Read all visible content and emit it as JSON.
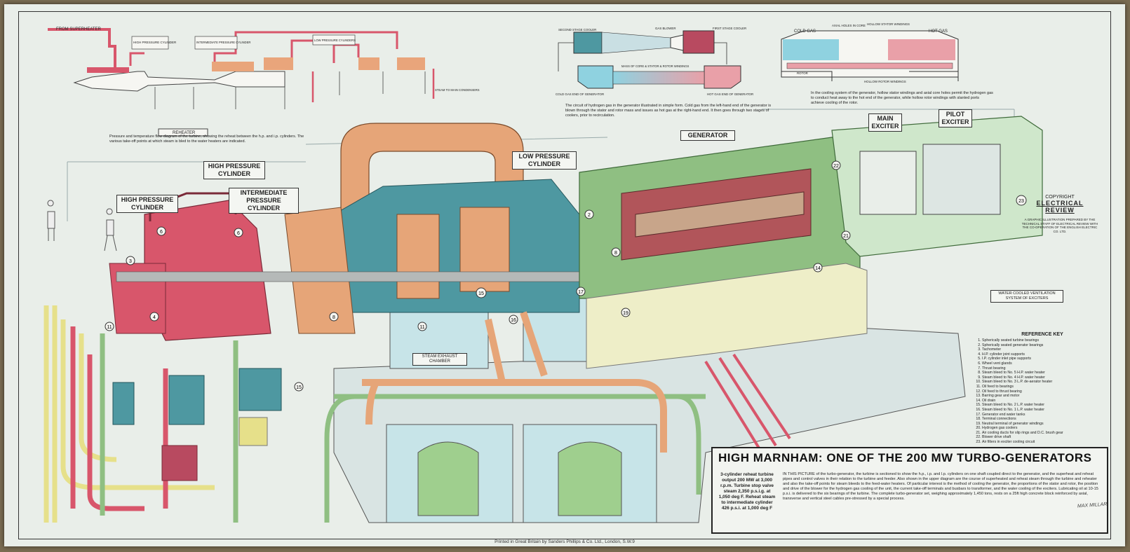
{
  "poster": {
    "title": "HIGH MARNHAM: ONE OF THE 200 MW TURBO-GENERATORS",
    "printer": "Printed in Great Britain by Sanders Phillips & Co. Ltd., London, S.W.9",
    "copyright": {
      "line1": "COPYRIGHT",
      "line2": "ELECTRICAL",
      "line3": "REVIEW",
      "credit": "A GRAPHIC ILLUSTRATION PREPARED BY THE TECHNICAL STAFF OF ELECTRICAL REVIEW WITH THE CO-OPERATION OF THE ENGLISH ELECTRIC CO. LTD."
    },
    "signature": "MAX MILLAR"
  },
  "summary": "3-cylinder reheat turbine output 200 MW at 3,000 r.p.m. Turbine stop valve steam 2,350 p.s.i.g. at 1,050 deg F. Reheat steam to intermediate cylinder 426 p.s.i. at 1,000 deg F",
  "description": "IN THIS PICTURE of the turbo-generator, the turbine is sectioned to show the h.p., i.p. and l.p. cylinders on one shaft coupled direct to the generator, and the superheat and reheat pipes and control valves in their relation to the turbine and feeder. Also shown in the upper diagram are the course of superheated and reheat steam through the turbine and reheater and also the take-off points for steam bleeds to the feed-water heaters. Of particular interest is the method of cooling the generator, the proportions of the stator and rotor, the position and drive of the blower for the hydrogen gas cooling of the unit, the current take-off terminals and busbars to transformer, and the water cooling of the exciters. Lubricating oil at 10-15 p.s.i. is delivered to the six bearings of the turbine. The complete turbo-generator set, weighing approximately 1,450 tons, rests on a 25ft high concrete block reinforced by axial, transverse and vertical steel cables pre-stressed by a special process.",
  "captions": {
    "pressure_diagram": "Pressure and temperature flow diagram of the turbine, showing the reheat between the h.p. and i.p. cylinders. The various take-off points at which steam is bled to the water heaters are indicated.",
    "hydrogen_circuit": "The circuit of hydrogen gas in the generator illustrated in simple form. Cold gas from the left-hand end of the generator is blown through the stator and rotor mass and issues as hot gas at the right-hand end. It then goes through two stages of coolers, prior to recirculation.",
    "cooling_system": "In the cooling system of the generator, hollow stator windings and axial core holes permit the hydrogen gas to conduct heat away to the hot end of the generator, while hollow rotor windings with slanted ports achieve cooling of the rotor."
  },
  "labels": {
    "hp_cylinder": "HIGH PRESSURE CYLINDER",
    "hp_cylinder_2": "HIGH PRESSURE CYLINDER",
    "ip_cylinder": "INTERMEDIATE PRESSURE CYLINDER",
    "lp_cylinder": "LOW PRESSURE CYLINDER",
    "generator": "GENERATOR",
    "main_exciter": "MAIN EXCITER",
    "pilot_exciter": "PILOT EXCITER",
    "from_superheater": "FROM SUPERHEATER",
    "high_pressure_cylinder_small": "HIGH PRESSURE CYLINDER",
    "ip_cylinder_small": "INTERMEDIATE PRESSURE CYLINDER",
    "lp_cylinders_small": "LOW PRESSURE CYLINDERS",
    "steam_to_condensers": "STEAM TO MAIN CONDENSERS",
    "reheater": "REHEATER",
    "second_stage_cooler": "SECOND STAGE COOLER",
    "first_stage_cooler": "FIRST STAGE COOLER",
    "gas_blower": "GAS BLOWER",
    "cold_gas_generator": "COLD GAS END OF GENERATOR",
    "hot_gas_generator": "HOT GAS END OF GENERATOR",
    "mass_of_core": "MASS OF CORE & STATOR & ROTOR WINDINGS",
    "cold_gas": "COLD GAS",
    "hot_gas": "HOT GAS",
    "axial_holes": "AXIAL HOLES IN CORE",
    "hollow_stator": "HOLLOW STATOR WINDINGS",
    "rotor": "ROTOR",
    "hollow_rotor": "HOLLOW ROTOR WINDINGS",
    "steam_exhaust": "STEAM EXHAUST CHAMBER",
    "water_cooled": "WATER COOLED VENTILATION SYSTEM OF EXCITERS"
  },
  "reference_key": {
    "heading": "REFERENCE KEY",
    "items": [
      "Spherically seated turbine bearings",
      "Spherically seated generator bearings",
      "Tachometer",
      "H.P. cylinder joint supports",
      "I.P. cylinder inlet pipe supports",
      "Wheel vent glands",
      "Thrust bearing",
      "Steam bleed to No. 5 H.P. water heater",
      "Steam bleed to No. 4 H.P. water heater",
      "Steam bleed to No. 3 L.P. de-aerator heater",
      "Oil feed to bearings",
      "Oil feed to thrust bearing",
      "Barring gear and motor",
      "Oil drain",
      "Steam bleed to No. 2 L.P. water heater",
      "Steam bleed to No. 1 L.P. water heater",
      "Generator end water tanks",
      "Terminal connections",
      "Neutral terminal of generator windings",
      "Hydrogen gas coolers",
      "Air cooling ducts for slip rings and D.C. brush gear",
      "Blower drive shaft",
      "Air filters in exciter cooling circuit"
    ]
  },
  "colors": {
    "paper": "#e9eee9",
    "hp_steam": "#d8566b",
    "reheat": "#e9a57b",
    "lp": "#4e98a1",
    "generator": "#8fbf82",
    "oil": "#e6e08a",
    "cold_gas": "#8fd2e0",
    "hot_gas": "#e9a0a8",
    "cooling": "#b7d9a8"
  }
}
